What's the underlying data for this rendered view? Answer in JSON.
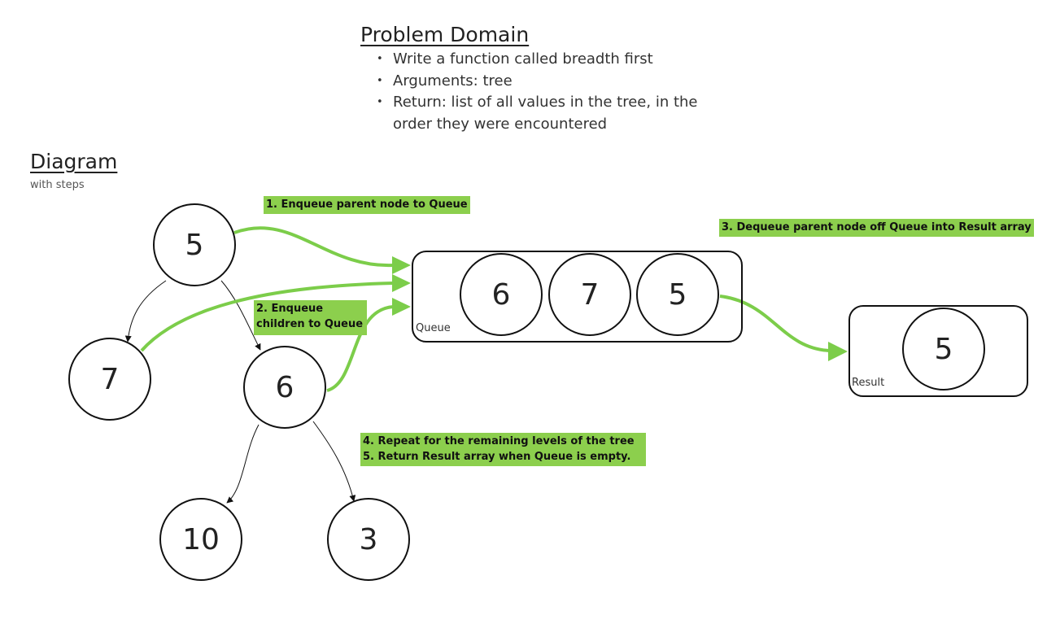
{
  "problem": {
    "title": "Problem Domain",
    "bullets": [
      "Write a function called breadth first",
      "Arguments: tree",
      "Return: list of all values in the tree, in the order they were encountered"
    ]
  },
  "diagram": {
    "title": "Diagram",
    "subtitle": "with steps"
  },
  "steps": {
    "step1": "1. Enqueue parent node to Queue",
    "step2": "2. Enqueue children to Queue",
    "step3": "3.  Dequeue parent node off Queue into Result array",
    "step4": "4.  Repeat for the remaining levels of the tree",
    "step5": "5. Return Result array when Queue is empty."
  },
  "tree": {
    "root": "5",
    "left": "7",
    "right": "6",
    "right_left": "10",
    "right_right": "3"
  },
  "queue": {
    "label": "Queue",
    "items": [
      "6",
      "7",
      "5"
    ]
  },
  "result": {
    "label": "Result",
    "items": [
      "5"
    ]
  },
  "colors": {
    "highlight": "#8ccf4d",
    "arrow": "#7ccd4a",
    "stroke": "#111111"
  }
}
